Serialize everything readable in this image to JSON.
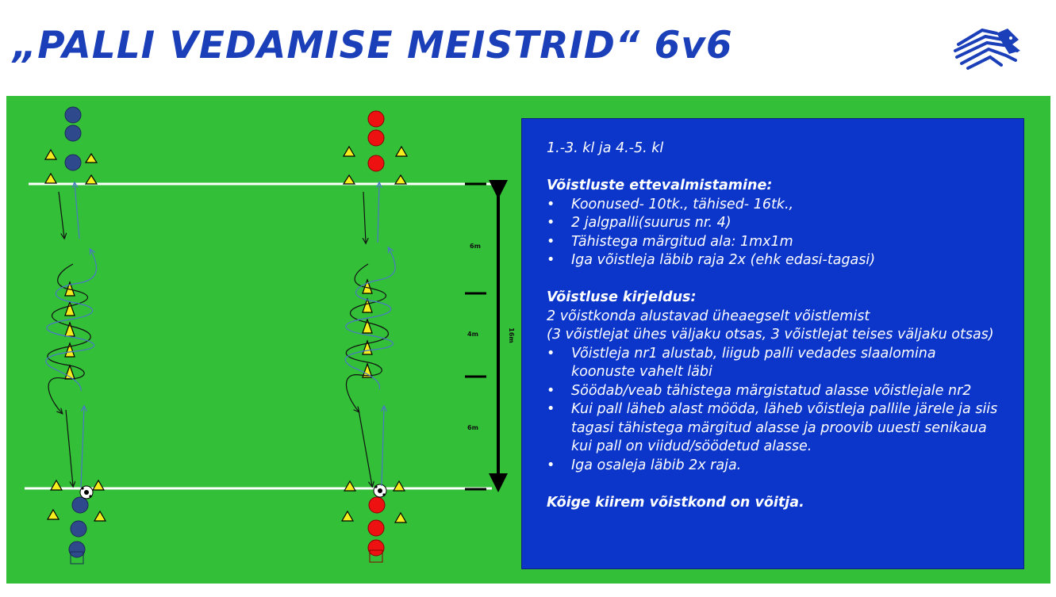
{
  "title": "„PALLI VEDAMISE MEISTRID“ 6v6",
  "logo": {
    "icon": "lion-crest-icon",
    "color": "#1a3fb8"
  },
  "colors": {
    "field": "#33c038",
    "team_a": "#2e4a8c",
    "team_b": "#ee1111",
    "cone": "#f5ee1e",
    "panel": "#0b36c9",
    "line": "#ffffff"
  },
  "diagram": {
    "distances": {
      "top_segment": "6m",
      "middle_segment": "4m",
      "bottom_segment": "6m",
      "total": "16m"
    },
    "team_a_color": "blue",
    "team_b_color": "red"
  },
  "info": {
    "grades": "1.-3. kl ja 4.-5. kl",
    "prep_heading": "Võistluste ettevalmistamine:",
    "prep_items": [
      "Koonused- 10tk., tähised- 16tk.,",
      "2 jalgpalli(suurus nr. 4)",
      "Tähistega märgitud ala: 1mx1m",
      "Iga võistleja läbib raja 2x (ehk edasi-tagasi)"
    ],
    "desc_heading": "Võistluse kirjeldus:",
    "desc_lines": [
      "2 võistkonda alustavad üheaegselt võistlemist",
      "(3 võistlejat ühes väljaku otsas, 3 võistlejat teises väljaku otsas)"
    ],
    "desc_items": [
      "Võistleja nr1 alustab, liigub palli vedades slaalomina koonuste vahelt läbi",
      "Söödab/veab tähistega märgistatud alasse võistlejale nr2",
      "Kui pall läheb alast mööda, läheb võistleja pallile järele ja siis tagasi tähistega märgitud alasse ja proovib uuesti senikaua kui pall on viidud/söödetud alasse.",
      "Iga osaleja läbib 2x raja."
    ],
    "conclusion": "Kõige kiirem võistkond on võitja."
  }
}
